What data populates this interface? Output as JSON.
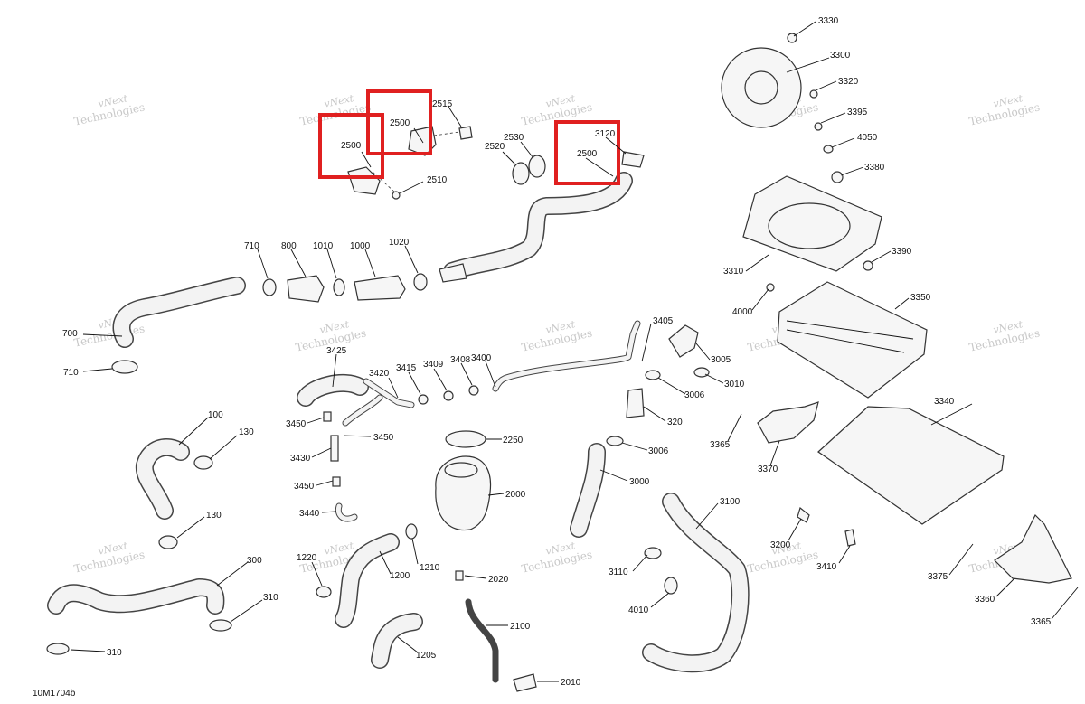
{
  "document_code": "10M1704b",
  "watermark": {
    "line1": "vNext",
    "line2": "Technologies",
    "full": "vNext Technologies"
  },
  "highlight_color": "#e02020",
  "callouts": [
    "2500",
    "2500",
    "2515",
    "2510",
    "2520",
    "2530",
    "3120",
    "2500",
    "710",
    "800",
    "1010",
    "1000",
    "1020",
    "700",
    "710",
    "3330",
    "3300",
    "3320",
    "3395",
    "4050",
    "3380",
    "3310",
    "3390",
    "4000",
    "3350",
    "3405",
    "3005",
    "3010",
    "3006",
    "320",
    "3006",
    "3000",
    "3425",
    "3420",
    "3415",
    "3409",
    "3408",
    "3400",
    "3450",
    "3450",
    "3430",
    "3450",
    "3440",
    "2250",
    "2000",
    "1220",
    "1200",
    "1210",
    "2020",
    "2100",
    "1205",
    "2010",
    "100",
    "130",
    "130",
    "300",
    "310",
    "310",
    "3100",
    "3110",
    "4010",
    "3200",
    "3410",
    "3340",
    "3365",
    "3370",
    "3375",
    "3360",
    "3365"
  ]
}
